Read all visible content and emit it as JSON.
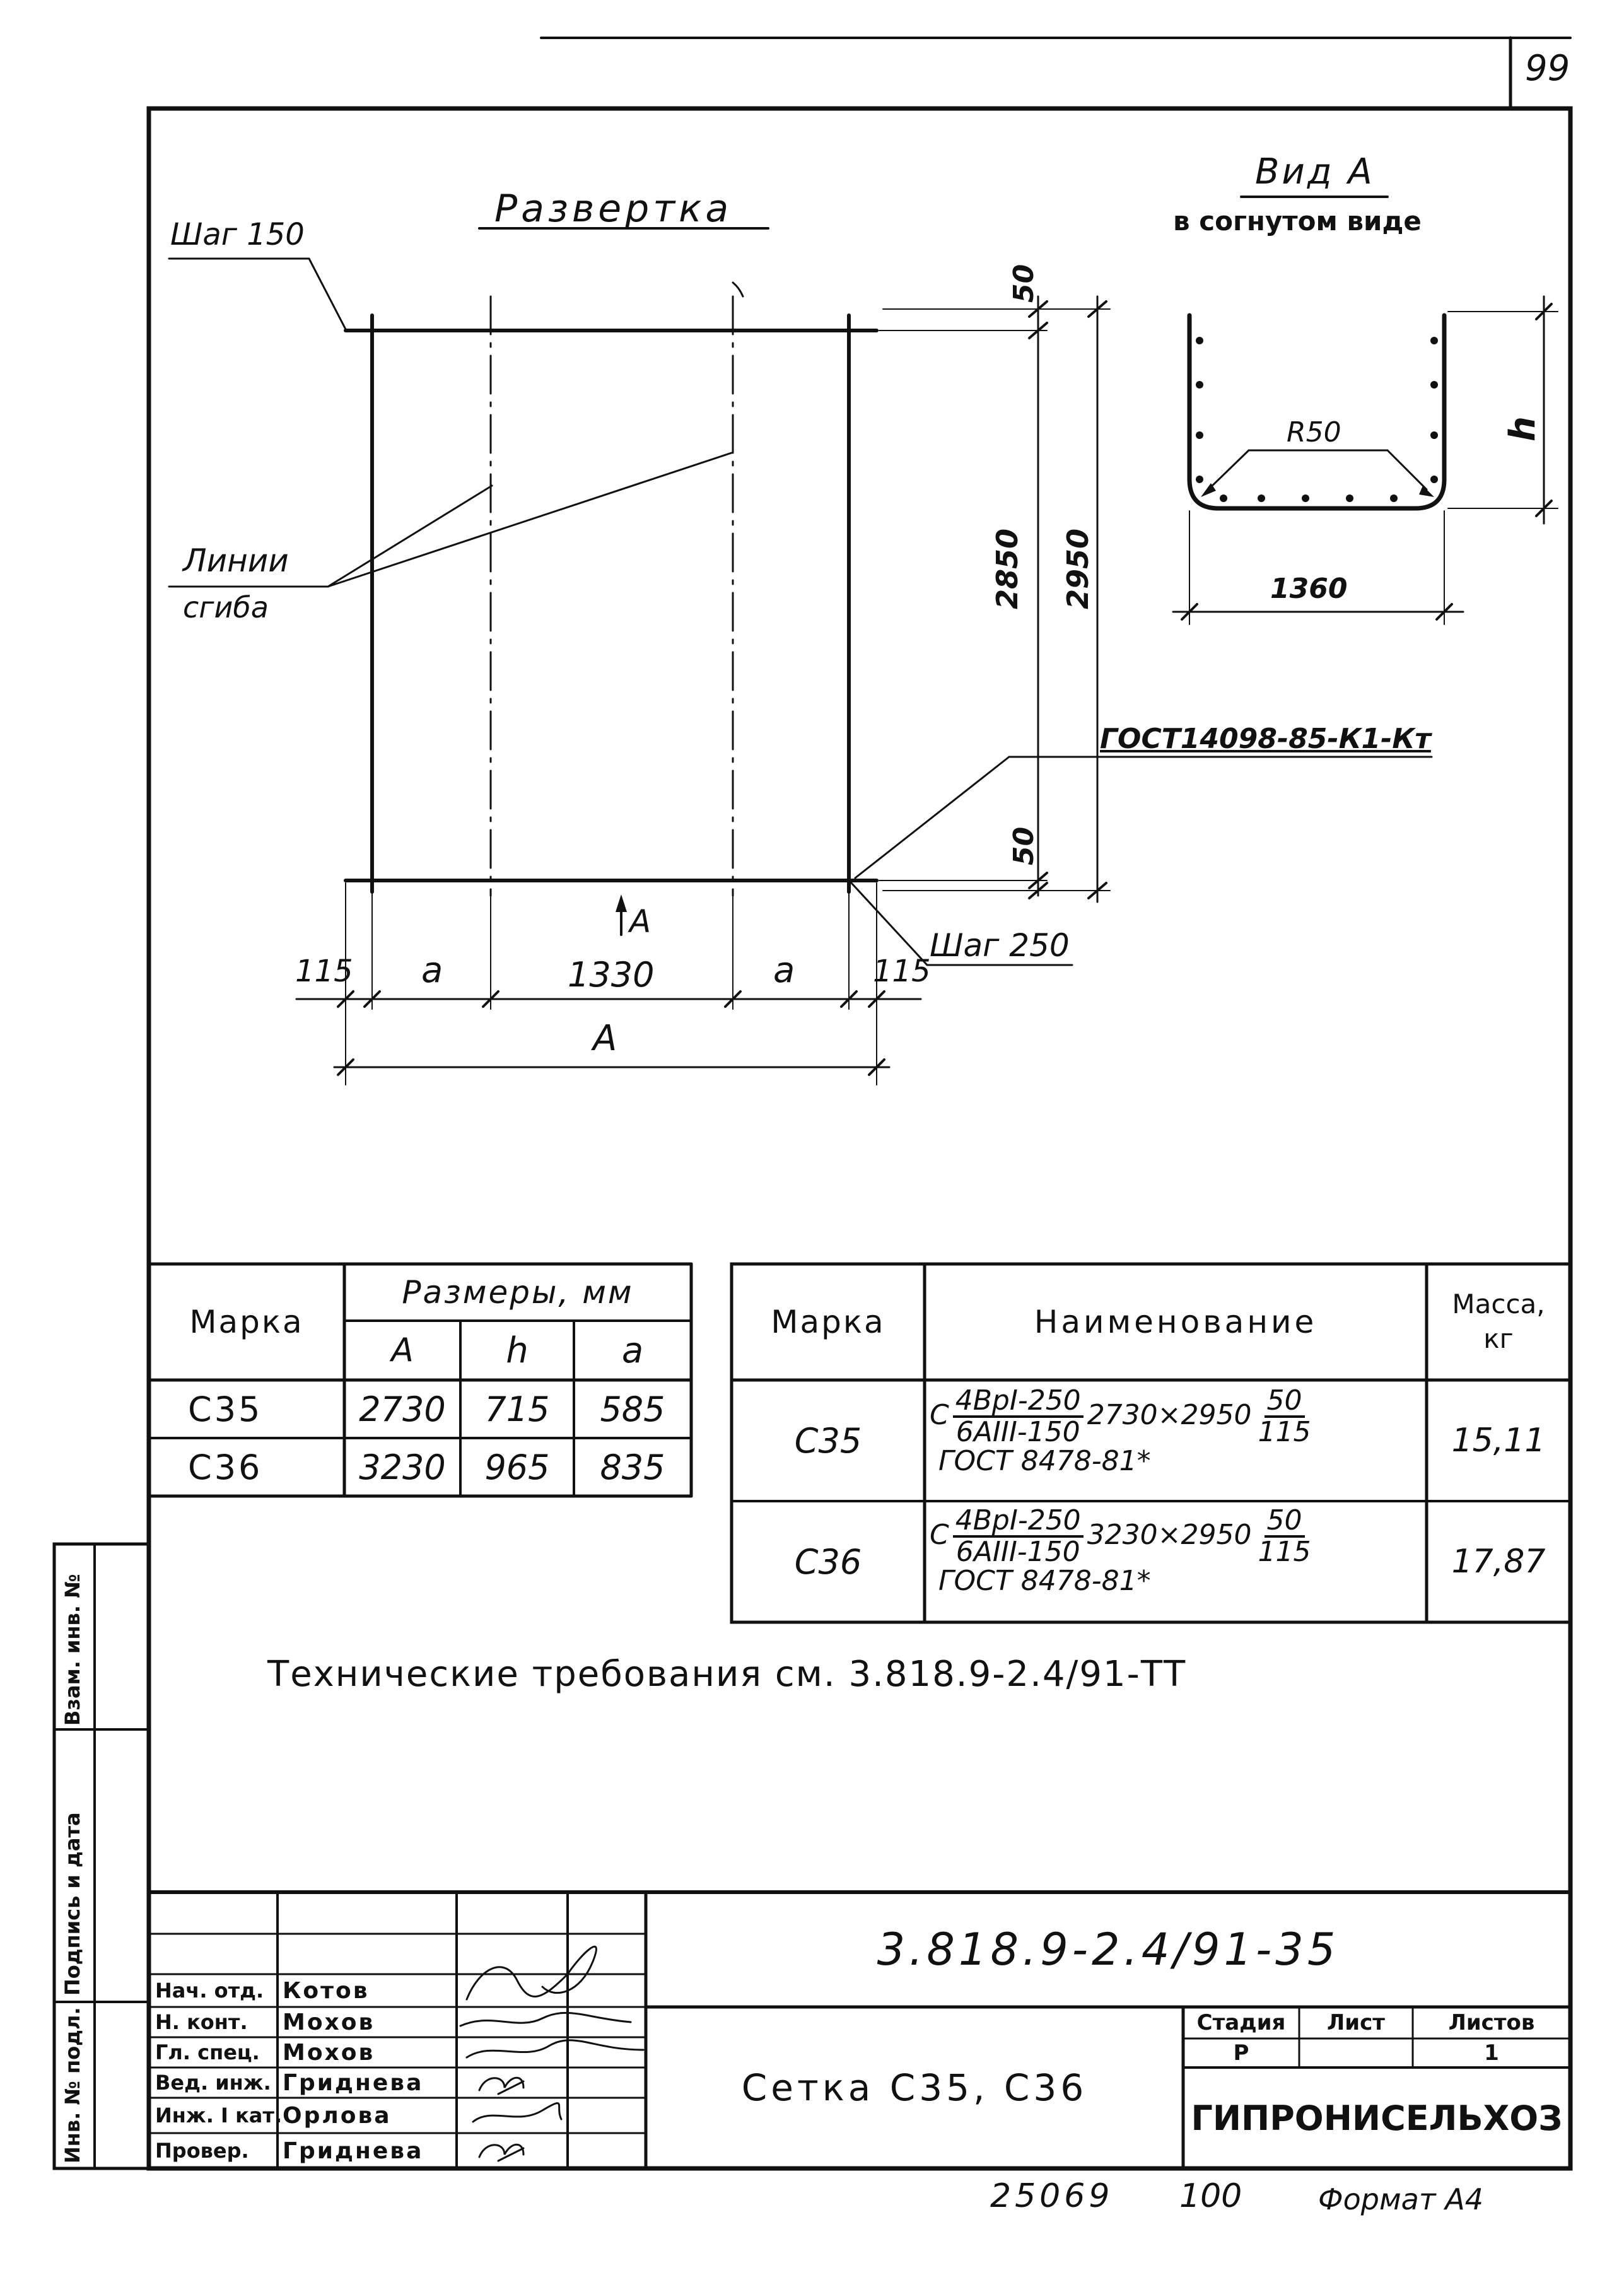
{
  "page_number": "99",
  "drawing": {
    "title": "Развертка",
    "step_top": "Шаг 150",
    "step_bottom": "Шаг 250",
    "bend_lines_label_1": "Линии",
    "bend_lines_label_2": "сгиба",
    "gost_callout": "ГОСТ14098-85-К1-Кт",
    "arrow_label": "А",
    "dims": {
      "top_50": "50",
      "bottom_50": "50",
      "d2850": "2850",
      "d2950": "2950",
      "left_115": "115",
      "right_115": "115",
      "a_left": "a",
      "center_1330": "1330",
      "a_right": "a",
      "total_A": "А"
    }
  },
  "view_a": {
    "title": "Вид А",
    "subtitle": "в согнутом виде",
    "radius": "R50",
    "width": "1360",
    "height_label": "h"
  },
  "sizes_table": {
    "col_mark": "Марка",
    "col_sizes": "Размеры, мм",
    "sub_A": "А",
    "sub_h": "h",
    "sub_a": "a",
    "rows": [
      {
        "mark": "С35",
        "A": "2730",
        "h": "715",
        "a": "585"
      },
      {
        "mark": "С36",
        "A": "3230",
        "h": "965",
        "a": "835"
      }
    ]
  },
  "spec_table": {
    "col_mark": "Марка",
    "col_name": "Наименование",
    "col_mass": "Масса, кг",
    "rows": [
      {
        "mark": "С35",
        "prefix": "С",
        "num": "4ВрI-250",
        "den": "6АIII-150",
        "size": "2730×2950",
        "frac_num": "50",
        "frac_den": "115",
        "gost": "ГОСТ 8478-81*",
        "mass": "15,11"
      },
      {
        "mark": "С36",
        "prefix": "С",
        "num": "4ВрI-250",
        "den": "6АIII-150",
        "size": "3230×2950",
        "frac_num": "50",
        "frac_den": "115",
        "gost": "ГОСТ 8478-81*",
        "mass": "17,87"
      }
    ]
  },
  "tech_requirements": "Технические требования см. 3.818.9-2.4/91-ТТ",
  "side_stamp": {
    "vzam": "Взам. инв. №",
    "podpis": "Подпись и дата",
    "inv": "Инв. № подл."
  },
  "title_block": {
    "doc_code": "3.818.9-2.4/91-35",
    "title": "Сетка С35, С36",
    "stage_label": "Стадия",
    "sheet_label": "Лист",
    "sheets_label": "Листов",
    "stage": "Р",
    "sheet": "",
    "sheets": "1",
    "org": "ГИПРОНИСЕЛЬХОЗ",
    "signers": [
      {
        "role": "Нач. отд.",
        "name": "Котов"
      },
      {
        "role": "Н. конт.",
        "name": "Мохов"
      },
      {
        "role": "Гл. спец.",
        "name": "Мохов"
      },
      {
        "role": "Вед. инж.",
        "name": "Гриднева"
      },
      {
        "role": "Инж. I кат.",
        "name": "Орлова"
      },
      {
        "role": "Провер.",
        "name": "Гриднева"
      }
    ]
  },
  "footer": {
    "code": "25069",
    "num": "100",
    "format": "Формат А4"
  }
}
